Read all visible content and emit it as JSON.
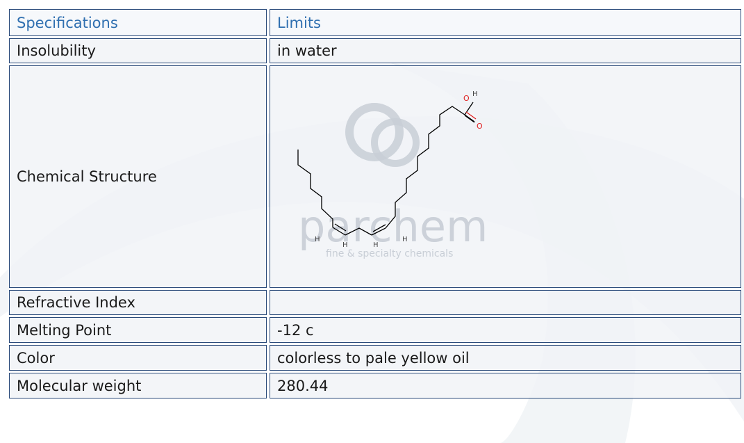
{
  "table": {
    "header": {
      "col1": "Specifications",
      "col2": "Limits"
    },
    "rows": [
      {
        "label": "Insolubility",
        "value": "in water"
      },
      {
        "label": "Chemical Structure",
        "value": ""
      },
      {
        "label": "Refractive Index",
        "value": ""
      },
      {
        "label": "Melting Point",
        "value": "-12 c"
      },
      {
        "label": "Color",
        "value": "colorless to pale yellow oil"
      },
      {
        "label": "Molecular weight",
        "value": "280.44"
      }
    ]
  },
  "structure": {
    "atoms": {
      "oxygen_hydroxyl": "O",
      "hydrogen_hydroxyl": "H",
      "oxygen_carbonyl": "O",
      "hydrogen_1": "H",
      "hydrogen_2": "H",
      "hydrogen_3": "H",
      "hydrogen_4": "H"
    },
    "watermark": {
      "brand": "parchem",
      "tagline": "fine & specialty chemicals"
    }
  },
  "colors": {
    "border": "#2a4a7a",
    "header_text": "#2f6fb0",
    "cell_bg": "#f0f3f7",
    "oxygen": "#e02020",
    "bond": "#000000",
    "watermark": "#c8ced6"
  }
}
